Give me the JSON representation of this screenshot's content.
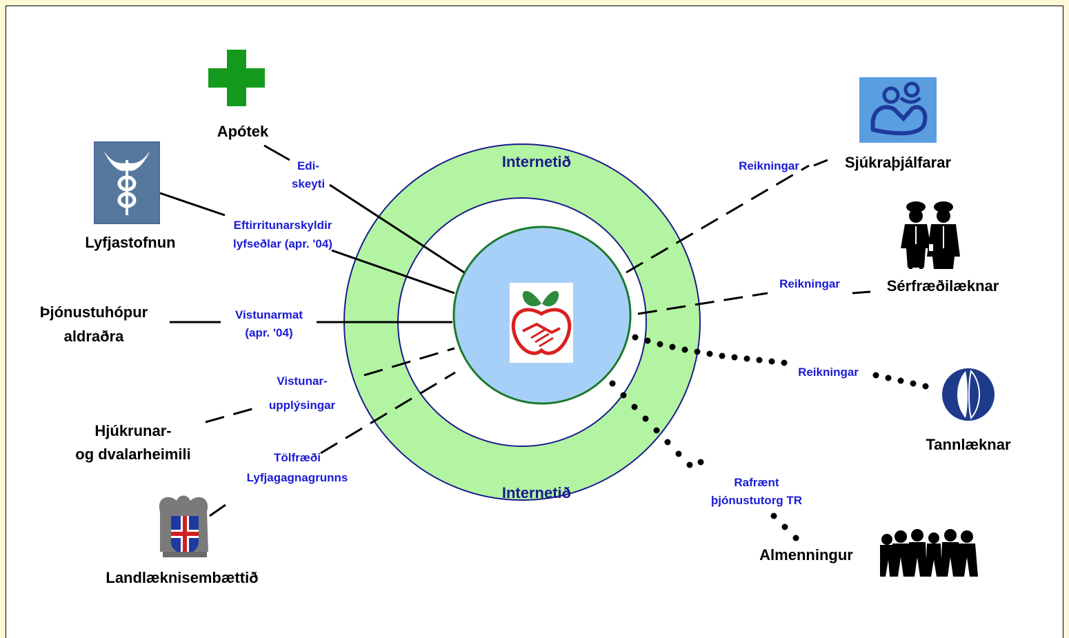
{
  "network": {
    "ring_top": "Internetið",
    "ring_bottom": "Internetið"
  },
  "nodes": {
    "apotek": "Apótek",
    "lyfjastofnun": "Lyfjastofnun",
    "thjonustuhopur_line1": "Þjónustuhópur",
    "thjonustuhopur_line2": "aldraðra",
    "hjukrunar_line1": "Hjúkrunar-",
    "hjukrunar_line2": "og dvalarheimili",
    "landlaeknir": "Landlæknisembættið",
    "sjukrathjalfarar": "Sjúkraþjálfarar",
    "serfraedilaeknar": "Sérfræðilæknar",
    "tannlaeknar": "Tannlæknar",
    "almenningur": "Almenningur"
  },
  "links": {
    "edi_line1": "Edi-",
    "edi_line2": "skeyti",
    "eftirrit_line1": "Eftirritunarskyldir",
    "eftirrit_line2": "lyfseðlar (apr. '04)",
    "vistunarmat_line1": "Vistunarmat",
    "vistunarmat_line2": "(apr. '04)",
    "vistunarupp_line1": "Vistunar-",
    "vistunarupp_line2": "upplýsingar",
    "tolfraedi_line1": "Tölfræði",
    "tolfraedi_line2": "Lyfjagagnagrunns",
    "reikningar_sjukra": "Reikningar",
    "reikningar_serfr": "Reikningar",
    "reikningar_tann": "Reikningar",
    "rafraent_line1": "Rafrænt",
    "rafraent_line2": "þjónustutorg TR"
  },
  "colors": {
    "ring_fill": "#b3f4a2",
    "ring_stroke": "#1a1a8c",
    "core_fill": "#a7d0f8",
    "core_stroke": "#1a7a2a",
    "label_blue": "#1a1ad6",
    "cross_green": "#139a1c"
  },
  "icons": {
    "apotek": "green-cross-icon",
    "lyfjastofnun": "caduceus-icon",
    "landlaeknir": "coat-of-arms-icon",
    "sjukrathjalfarar": "physiotherapy-logo-icon",
    "serfraedilaeknar": "doctors-icon",
    "tannlaeknar": "dental-logo-icon",
    "almenningur": "people-silhouettes-icon",
    "center": "apple-handshake-logo-icon"
  }
}
